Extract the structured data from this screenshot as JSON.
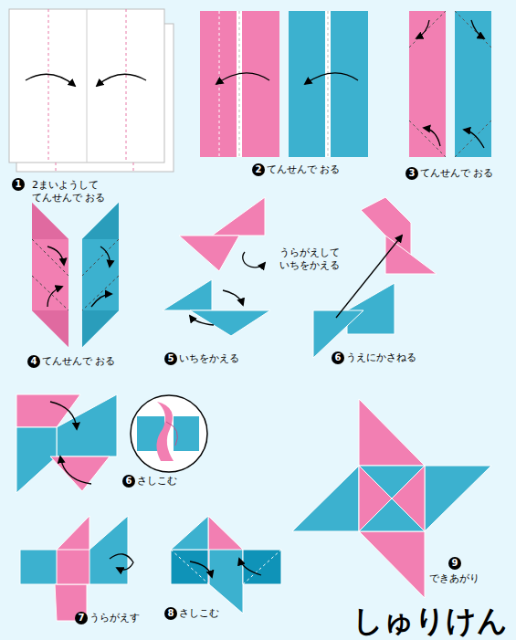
{
  "diagram": {
    "title": "しゅりけん",
    "labels": [
      "1",
      "2まいようして てんせんで おる",
      "2",
      "てんせんで おる",
      "3",
      "てんせんで おる",
      "4",
      "てんせんで おる",
      "うらがえして いちをかえる",
      "5",
      "いちをかえる",
      "6",
      "うえにかさねる",
      "6",
      "さしこむ",
      "7",
      "うらがえす",
      "8",
      "さしこむ",
      "9",
      "できあがり"
    ]
  }
}
